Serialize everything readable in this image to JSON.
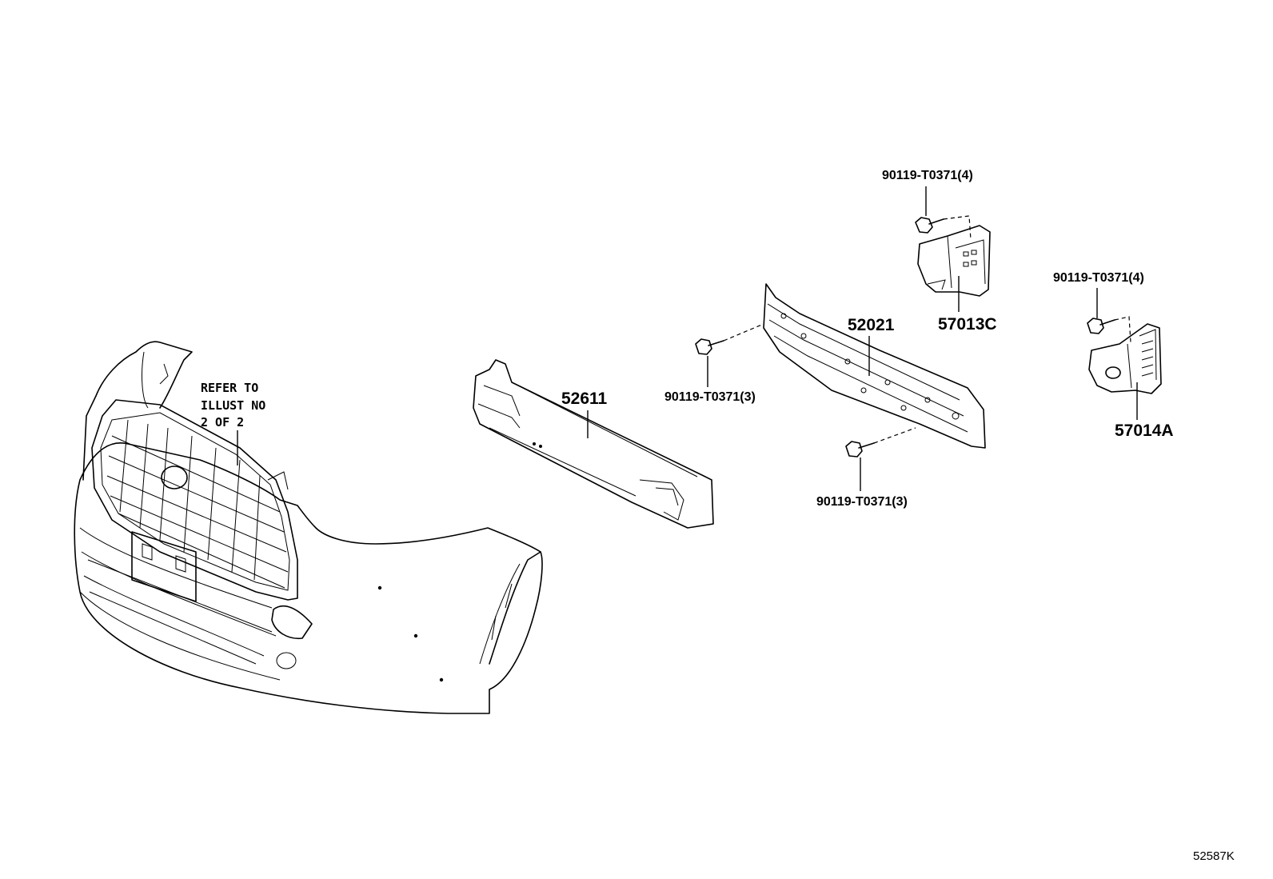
{
  "diagram": {
    "parts": {
      "p52611": "52611",
      "p52021": "52021",
      "p57013c": "57013C",
      "p57014a": "57014A"
    },
    "bolts": {
      "b_top_bracket": "90119-T0371(4)",
      "b_right_bracket": "90119-T0371(4)",
      "b_reinf_upper": "90119-T0371(3)",
      "b_reinf_lower": "90119-T0371(3)"
    },
    "refer_note": {
      "line1": "REFER TO",
      "line2": "ILLUST NO",
      "line3": "2 OF 2"
    },
    "figure_code": "52587K"
  }
}
